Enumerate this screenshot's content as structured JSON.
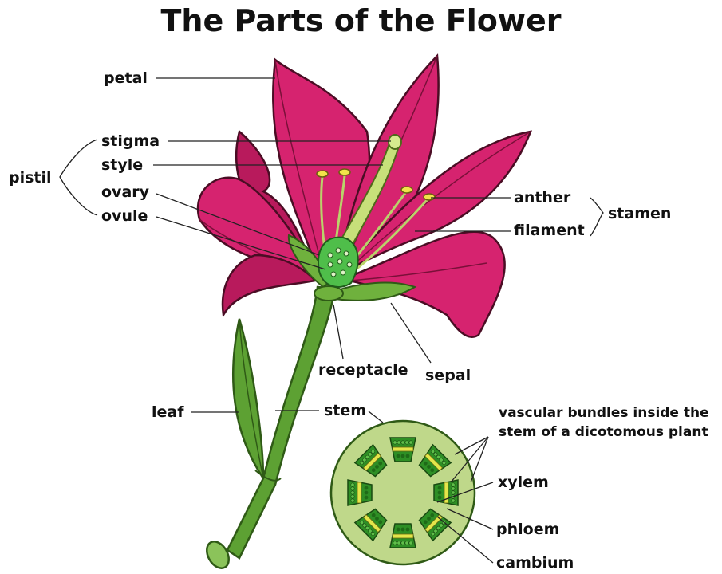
{
  "title": "The Parts of the Flower",
  "labels": {
    "petal": "petal",
    "stigma": "stigma",
    "style": "style",
    "pistil": "pistil",
    "ovary": "ovary",
    "ovule": "ovule",
    "anther": "anther",
    "filament": "filament",
    "stamen": "stamen",
    "receptacle": "receptacle",
    "sepal": "sepal",
    "leaf": "leaf",
    "stem": "stem",
    "vascular_line1": "vascular bundles inside the",
    "vascular_line2": "stem of a dicotomous plant",
    "xylem": "xylem",
    "phloem": "phloem",
    "cambium": "cambium"
  },
  "colors": {
    "petal": "#d6236f",
    "petal_dark": "#8e1646",
    "stem": "#5da133",
    "stem_dark": "#3c6f1d",
    "pistil": "#c7e07a",
    "ovary": "#4fbe4a",
    "crosssection": "#bfd88a",
    "bundle_green": "#2e8f25",
    "bundle_yellow": "#e3e64a"
  }
}
